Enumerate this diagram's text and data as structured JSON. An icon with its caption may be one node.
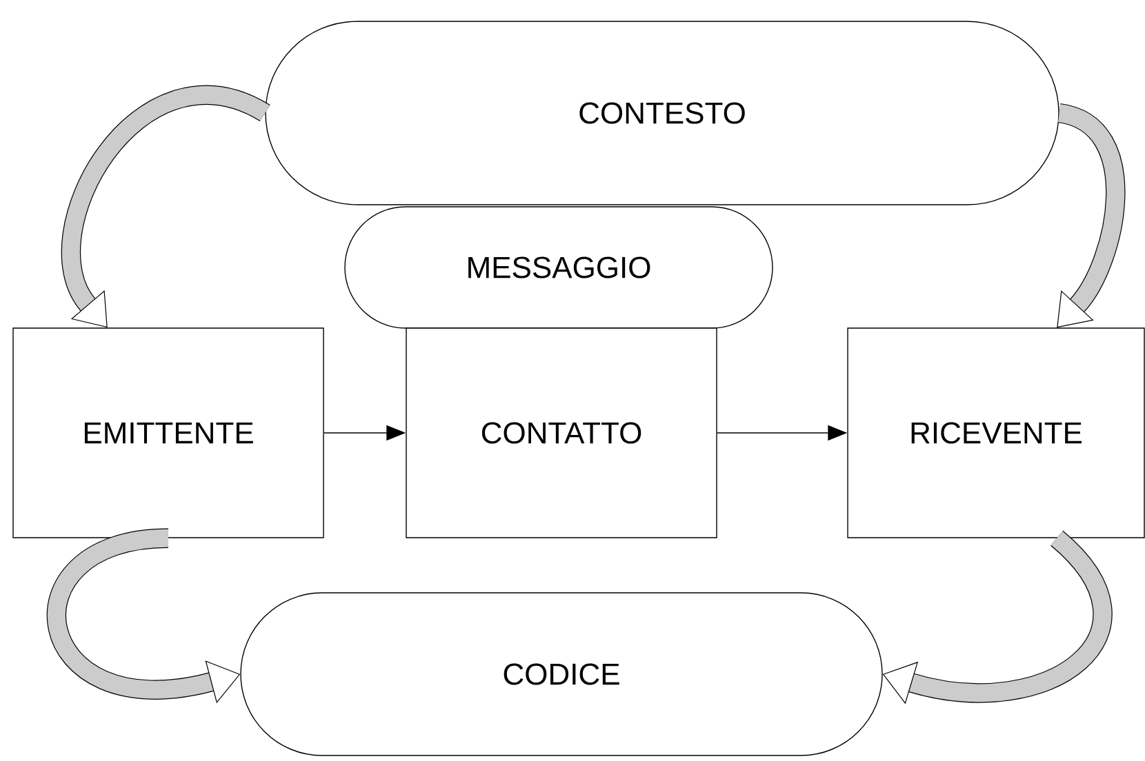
{
  "diagram": {
    "nodes": [
      {
        "text": [
          "CONTESTO"
        ]
      },
      {
        "text": [
          "MESSAGGIO"
        ]
      },
      {
        "text": [
          "EMITTENTE"
        ]
      },
      {
        "text": [
          "CONTATTO"
        ]
      },
      {
        "text": [
          "RICEVENTE"
        ]
      },
      {
        "text": [
          "CODICE"
        ]
      }
    ],
    "edges": [
      {
        "from": 2,
        "to": 3,
        "arrow": "to"
      },
      {
        "from": 3,
        "to": 4,
        "arrow": "to"
      },
      {
        "from": 0,
        "to": 2,
        "arrow": "to"
      },
      {
        "from": 0,
        "to": 4,
        "arrow": "to"
      },
      {
        "from": 2,
        "to": 5,
        "arrow": "to"
      },
      {
        "from": 4,
        "to": 5,
        "arrow": "to"
      }
    ]
  }
}
